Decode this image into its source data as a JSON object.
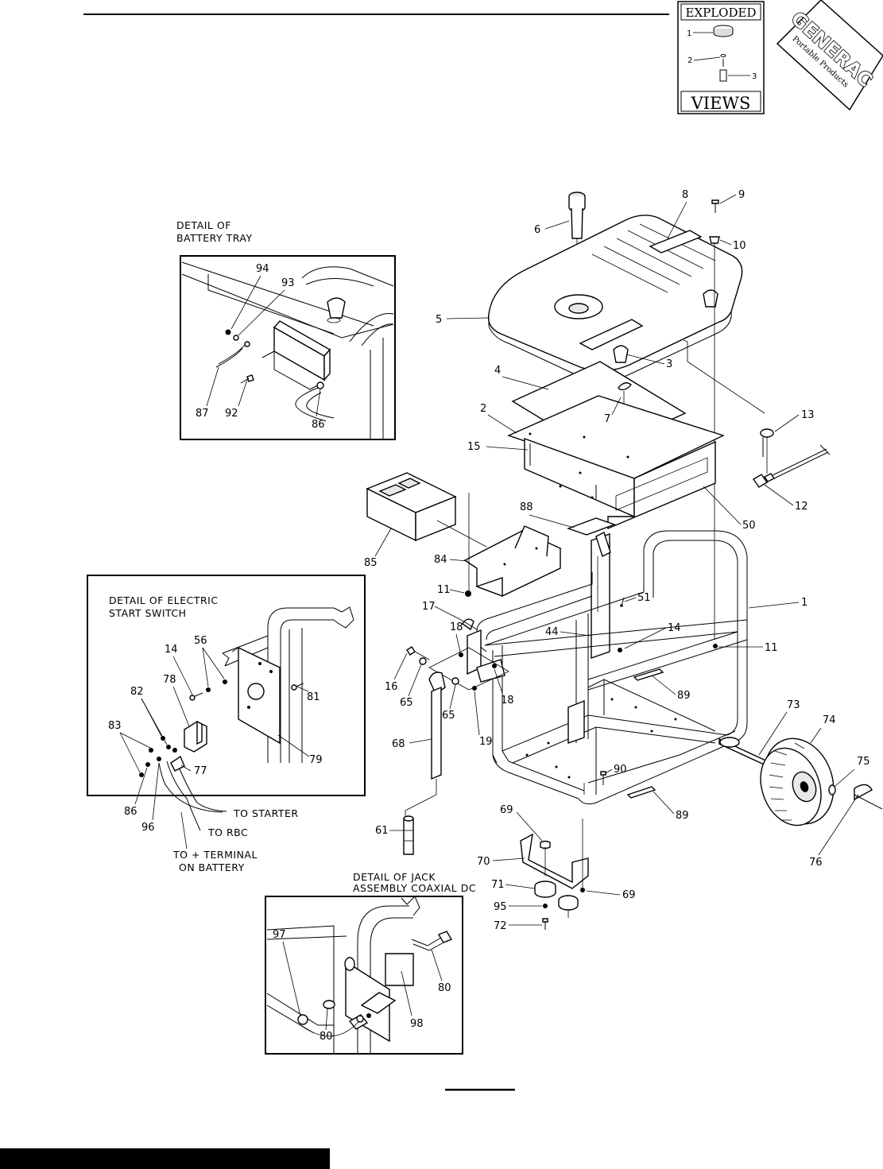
{
  "badges": {
    "exploded_top": "EXPLODED",
    "exploded_bottom": "VIEWS",
    "badge_callouts": [
      "1",
      "2",
      "3"
    ],
    "brand": "GENERAC",
    "brand_sub": "Portable Products"
  },
  "details": {
    "battery_tray": {
      "title_line1": "DETAIL OF",
      "title_line2": "BATTERY TRAY",
      "callouts": [
        "94",
        "93",
        "87",
        "92",
        "86"
      ]
    },
    "electric_start": {
      "title_line1": "DETAIL OF ELECTRIC",
      "title_line2": "START SWITCH",
      "callouts": [
        "56",
        "14",
        "78",
        "82",
        "83",
        "81",
        "79",
        "77",
        "86",
        "96"
      ],
      "notes": [
        "TO STARTER",
        "TO RBC",
        "TO + TERMINAL",
        "ON BATTERY"
      ]
    },
    "jack_assembly": {
      "title_line1": "DETAIL OF JACK",
      "title_line2": "ASSEMBLY COAXIAL DC",
      "callouts": [
        "97",
        "80",
        "80",
        "98"
      ]
    }
  },
  "main": {
    "callouts": [
      "8",
      "9",
      "6",
      "10",
      "5",
      "3",
      "4",
      "7",
      "2",
      "13",
      "15",
      "12",
      "50",
      "88",
      "85",
      "84",
      "1",
      "11",
      "51",
      "17",
      "44",
      "14",
      "11",
      "18",
      "16",
      "65",
      "18",
      "89",
      "65",
      "19",
      "73",
      "74",
      "68",
      "90",
      "75",
      "89",
      "69",
      "61",
      "76",
      "70",
      "71",
      "69",
      "95",
      "72"
    ]
  },
  "colors": {
    "ink": "#000000",
    "paper": "#ffffff"
  }
}
